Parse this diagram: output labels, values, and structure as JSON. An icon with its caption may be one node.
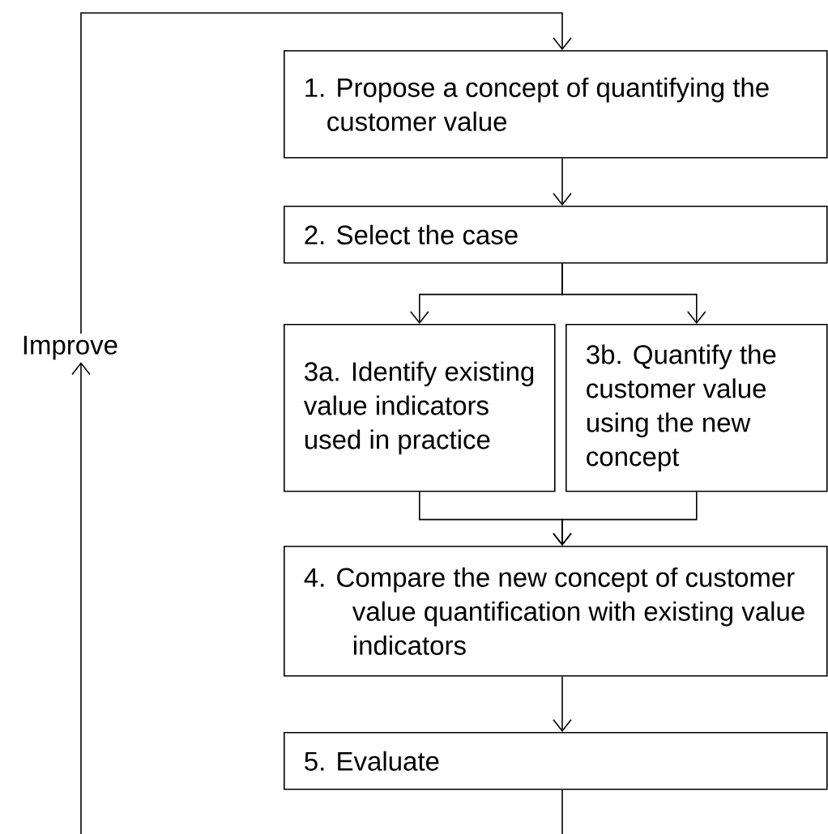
{
  "diagram": {
    "nodes": [
      {
        "text": [
          "1. Propose a concept of quantifying the customer value"
        ]
      },
      {
        "text": [
          "2. Select the case"
        ]
      },
      {
        "text": [
          "3a. Identify existing value indicators used in practice"
        ]
      },
      {
        "text": [
          "3b. Quantify the customer value using the new concept"
        ]
      },
      {
        "text": [
          "4. Compare the new concept of customer value quantification with existing value indicators"
        ]
      },
      {
        "text": [
          "5. Evaluate"
        ]
      },
      {
        "text": [
          "Improve"
        ]
      }
    ],
    "edges": [
      {
        "from": 0,
        "to": 1,
        "arrow": "to"
      },
      {
        "from": 1,
        "to": 2,
        "arrow": "to"
      },
      {
        "from": 1,
        "to": 3,
        "arrow": "to"
      },
      {
        "from": 2,
        "to": 4,
        "arrow": "to"
      },
      {
        "from": 3,
        "to": 4,
        "arrow": "to"
      },
      {
        "from": 4,
        "to": 5,
        "arrow": "to"
      },
      {
        "from": 5,
        "to": 6,
        "arrow": "to"
      },
      {
        "from": 6,
        "to": 0,
        "arrow": "to"
      }
    ]
  }
}
